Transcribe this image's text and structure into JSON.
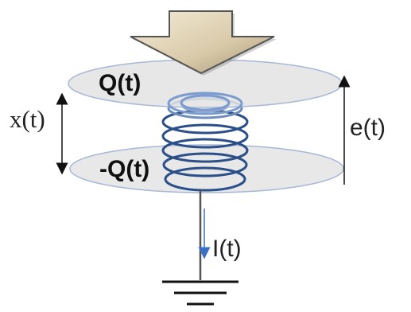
{
  "labels": {
    "charge_top": "Q(t)",
    "charge_bottom": "-Q(t)",
    "displacement": "x(t)",
    "voltage": "e(t)",
    "current": "I(t)"
  },
  "colors": {
    "plate_fill": "#e8e8e8",
    "plate_stroke": "#a7b8d6",
    "coil": "#2b4f88",
    "arrow_fill": "#d8c9a8",
    "arrow_stroke": "#555555",
    "wire": "#555555",
    "current_arrow": "#3a6fc4"
  },
  "icons": {
    "force_arrow": "down-arrow-icon",
    "ground": "ground-icon"
  }
}
